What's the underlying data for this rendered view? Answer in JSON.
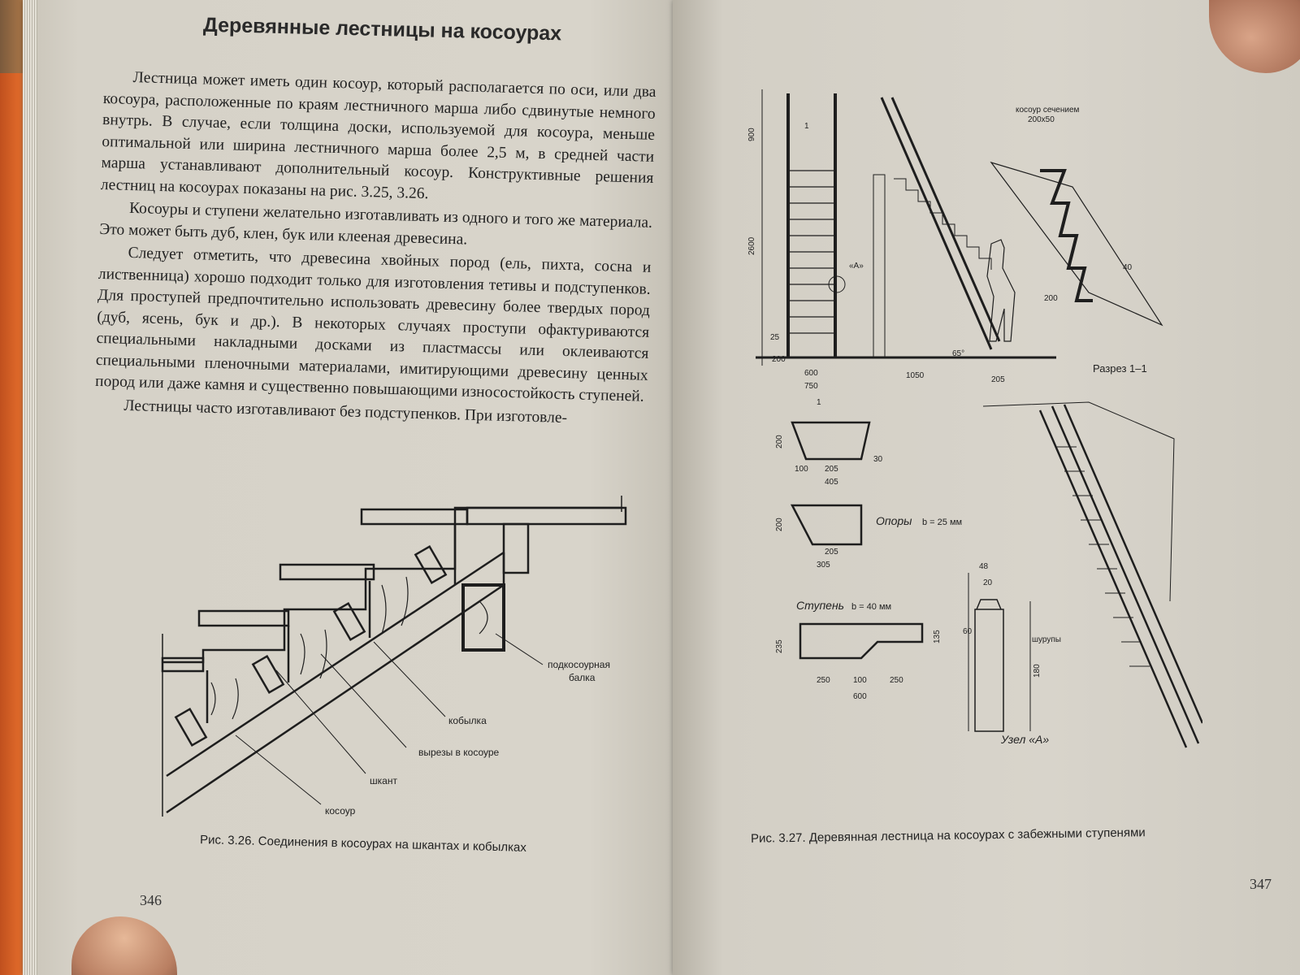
{
  "header": {
    "title": "Деревянные лестницы на косоурах"
  },
  "body_text": {
    "paragraphs": [
      "Лестница может иметь один косоур, который располагается по оси, или два косоура, расположенные по краям лестничного марша либо сдвинутые немного внутрь. В случае, если толщина доски, используемой для косоура, меньше оптимальной или ширина лестничного марша более 2,5 м, в средней части марша устанавливают дополнительный косоур. Конструктивные решения лестниц на косоурах показаны на рис. 3.25, 3.26.",
      "Косоуры и ступени желательно изготавливать из одного и того же материала. Это может быть дуб, клен, бук или клееная древесина.",
      "Следует отметить, что древесина хвойных пород (ель, пихта, сосна и лиственница) хорошо подходит только для изготовления тетивы и подступенков. Для проступей предпочтительно использовать древесину более твердых пород (дуб, ясень, бук и др.). В некоторых случаях проступи офактуриваются специальными накладными досками из пластмассы или оклеиваются специальными пленочными материалами, имитирующими древесину ценных пород или даже камня и существенно повышающими износостойкость ступеней.",
      "Лестницы часто изготавливают без подступенков. При изготовле-"
    ]
  },
  "figure_left": {
    "labels": {
      "beam": "подкосоурная",
      "beam2": "балка",
      "kobylka": "кобылка",
      "cuts": "вырезы в косоуре",
      "shkant": "шкант",
      "kosour": "косоур"
    },
    "caption": "Рис. 3.26. Соединения в косоурах на шкантах и кобылках"
  },
  "figure_right": {
    "dims": {
      "d900": "900",
      "d2600": "2600",
      "d25": "25",
      "d200": "200",
      "d600": "600",
      "d750": "750",
      "d1050": "1050",
      "d205": "205",
      "angle": "65°",
      "mark1": "1",
      "markA": "«A»",
      "kosour_sec1": "косоур сечением",
      "kosour_sec2": "200x50",
      "d40": "40",
      "d200b": "200",
      "section": "Разрез 1–1"
    },
    "supports": {
      "d200a": "200",
      "d100": "100",
      "d205a": "205",
      "d405": "405",
      "d30": "30",
      "d200c": "200",
      "d205b": "205",
      "d305": "305",
      "label": "Опоры",
      "width": "b = 25 мм"
    },
    "step": {
      "label": "Ступень",
      "width": "b = 40 мм",
      "d235": "235",
      "d135": "135",
      "d250a": "250",
      "d100": "100",
      "d250b": "250",
      "d600": "600"
    },
    "node": {
      "d48": "48",
      "d20": "20",
      "d60": "60",
      "d180": "180",
      "screws": "шурупы",
      "label": "Узел «A»"
    },
    "caption": "Рис. 3.27. Деревянная лестница на косоурах с забежными ступенями"
  },
  "page_numbers": {
    "left": "346",
    "right": "347"
  }
}
